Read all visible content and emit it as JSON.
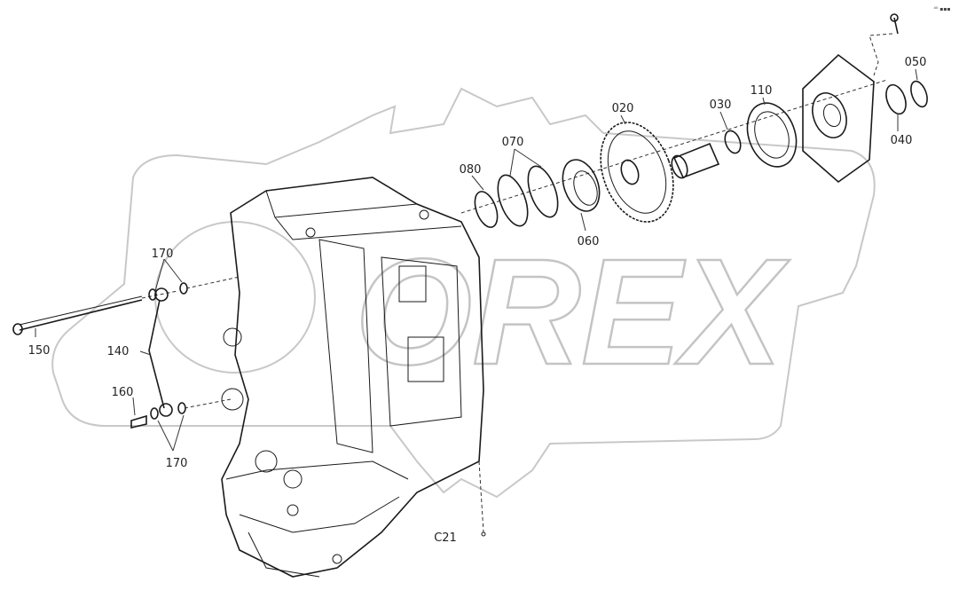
{
  "diagram": {
    "corner_mark": "⁴⁰ ▪▪▪",
    "watermark_text": "OREX",
    "callouts": {
      "c020": "020",
      "c030": "030",
      "c040": "040",
      "c050": "050",
      "c060": "060",
      "c070": "070",
      "c080": "080",
      "c110": "110",
      "c140": "140",
      "c150": "150",
      "c160": "160",
      "c170_top": "170",
      "c170_bottom": "170",
      "c21": "C21"
    }
  }
}
